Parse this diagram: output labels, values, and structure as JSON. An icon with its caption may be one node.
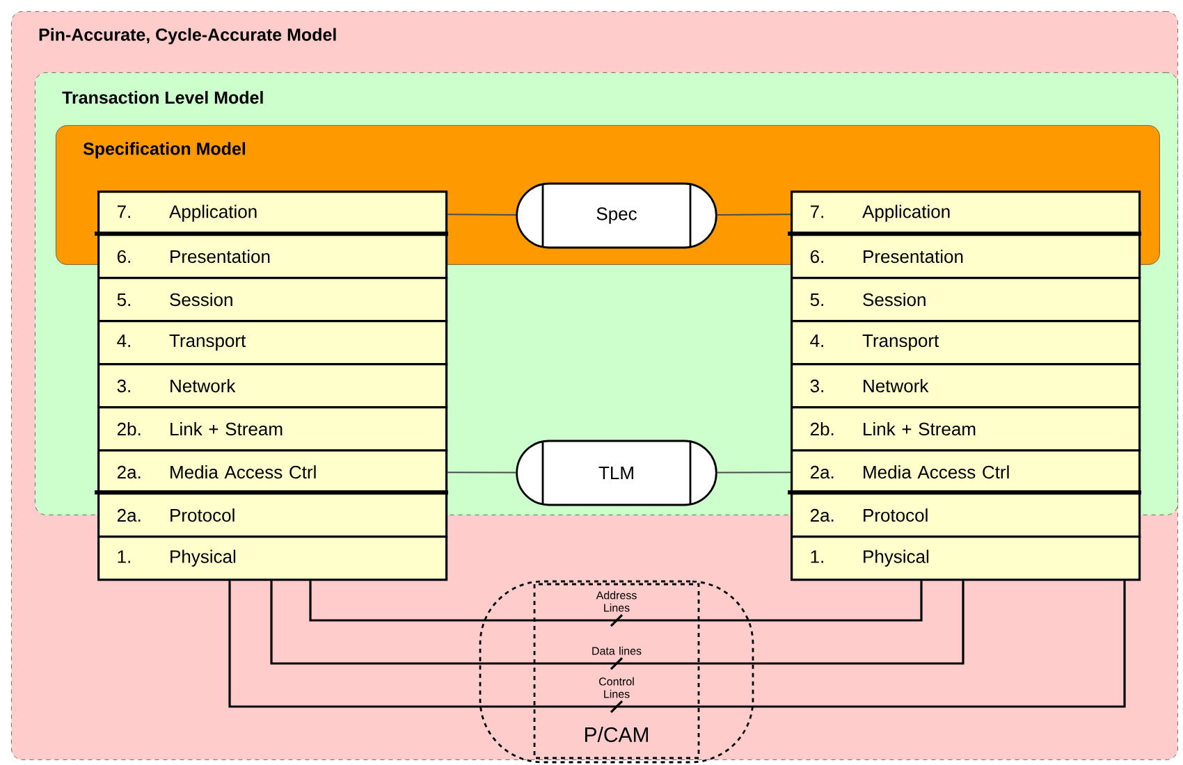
{
  "diagram": {
    "nodes": [
      {
        "text": [
          "Pin-Accurate, Cycle-Accurate Model"
        ]
      },
      {
        "text": [
          "Transaction Level Model"
        ],
        "in": 0
      },
      {
        "text": [
          "Specification Model"
        ],
        "in": 1
      },
      {
        "text": [
          "7.",
          "Application"
        ],
        "in": 2
      },
      {
        "text": [
          "6.",
          "Presentation"
        ],
        "in": 1
      },
      {
        "text": [
          "5.",
          "Session"
        ],
        "in": 1
      },
      {
        "text": [
          "4.",
          "Transport"
        ],
        "in": 1
      },
      {
        "text": [
          "3.",
          "Network"
        ],
        "in": 1
      },
      {
        "text": [
          "2b.",
          "Link + Stream"
        ],
        "in": 1
      },
      {
        "text": [
          "2a.",
          "Media Access Ctrl"
        ],
        "in": 1
      },
      {
        "text": [
          "2a.",
          "Protocol"
        ],
        "in": 0
      },
      {
        "text": [
          "1.",
          "Physical"
        ],
        "in": 0
      },
      {
        "text": [
          "Spec"
        ],
        "in": 2
      },
      {
        "text": [
          "TLM"
        ],
        "in": 1
      },
      {
        "text": [
          "7.",
          "Application"
        ],
        "in": 2
      },
      {
        "text": [
          "6.",
          "Presentation"
        ],
        "in": 1
      },
      {
        "text": [
          "5.",
          "Session"
        ],
        "in": 1
      },
      {
        "text": [
          "4.",
          "Transport"
        ],
        "in": 1
      },
      {
        "text": [
          "3.",
          "Network"
        ],
        "in": 1
      },
      {
        "text": [
          "2b.",
          "Link + Stream"
        ],
        "in": 1
      },
      {
        "text": [
          "2a.",
          "Media Access Ctrl"
        ],
        "in": 1
      },
      {
        "text": [
          "2a.",
          "Protocol"
        ],
        "in": 0
      },
      {
        "text": [
          "1.",
          "Physical"
        ],
        "in": 0
      },
      {
        "text": [
          "Address Lines",
          "Data lines",
          "Control Lines",
          "P/CAM"
        ],
        "in": 0
      }
    ],
    "edges": [
      {
        "from": 3,
        "to": 12,
        "arrow": "none"
      },
      {
        "from": 12,
        "to": 14,
        "arrow": "none"
      },
      {
        "from": 9,
        "to": 13,
        "arrow": "none"
      },
      {
        "from": 13,
        "to": 20,
        "arrow": "none"
      },
      {
        "from": 11,
        "to": 23,
        "arrow": "none"
      },
      {
        "from": 11,
        "to": 23,
        "arrow": "none"
      },
      {
        "from": 11,
        "to": 23,
        "arrow": "none"
      },
      {
        "from": 23,
        "to": 22,
        "arrow": "none"
      },
      {
        "from": 23,
        "to": 22,
        "arrow": "none"
      },
      {
        "from": 23,
        "to": 22,
        "arrow": "none"
      }
    ]
  }
}
